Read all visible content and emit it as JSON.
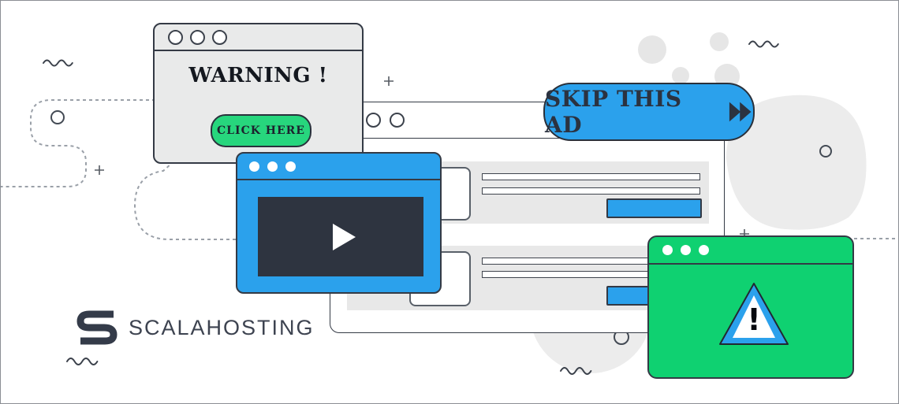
{
  "brand": {
    "name": "SCALAHOSTING"
  },
  "warning_popup": {
    "title": "WARNING !",
    "button_label": "CLICK HERE"
  },
  "skip_ad": {
    "label": "SKIP THIS AD"
  },
  "alert_popup": {
    "exclamation_mark": "!"
  },
  "colors": {
    "blue": "#2ba1ec",
    "green_window": "#0fd171",
    "green_button": "#27d67d",
    "dark_navy": "#2e3440",
    "window_gray": "#e9eaea",
    "content_gray": "#e8e8e8",
    "blob_gray": "#ececec"
  }
}
